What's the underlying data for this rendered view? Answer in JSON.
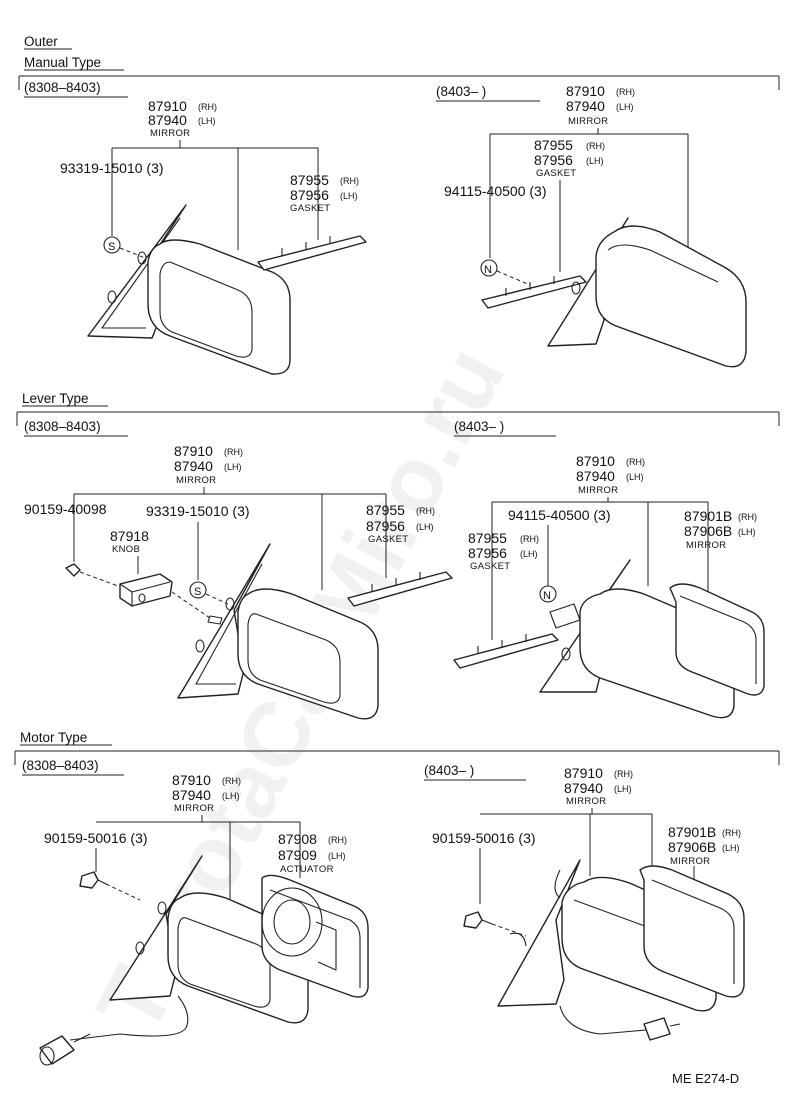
{
  "sections": {
    "outer": "Outer",
    "manual": "Manual Type",
    "lever": "Lever Type",
    "motor": "Motor Type"
  },
  "periods": {
    "early": "(8308–8403)",
    "late": "(8403–     )"
  },
  "side": {
    "rh": "(RH)",
    "lh": "(LH)",
    "rh_sp": " (RH)",
    "lh_sp": " (LH)"
  },
  "names": {
    "mirror": "MIRROR",
    "gasket": "GASKET",
    "knob": "KNOB",
    "actuator": "ACTUATOR"
  },
  "parts": {
    "mirror_rh": "87910",
    "mirror_lh": "87940",
    "gasket_rh": "87955",
    "gasket_lh": "87956",
    "screw_s": "93319-15010 (3)",
    "screw_n": "94115-40500 (3)",
    "knob": "87918",
    "knob_screw": "90159-40098",
    "motor_screw": "90159-50016 (3)",
    "actuator_rh": "87908",
    "actuator_lh": "87909",
    "glass_rh": "87901B",
    "glass_lh": "87906B"
  },
  "callouts": {
    "s": "S",
    "n": "N"
  },
  "footer": {
    "code": "ME  E274-D"
  },
  "watermark": "ToyotaCarMiro.ru"
}
